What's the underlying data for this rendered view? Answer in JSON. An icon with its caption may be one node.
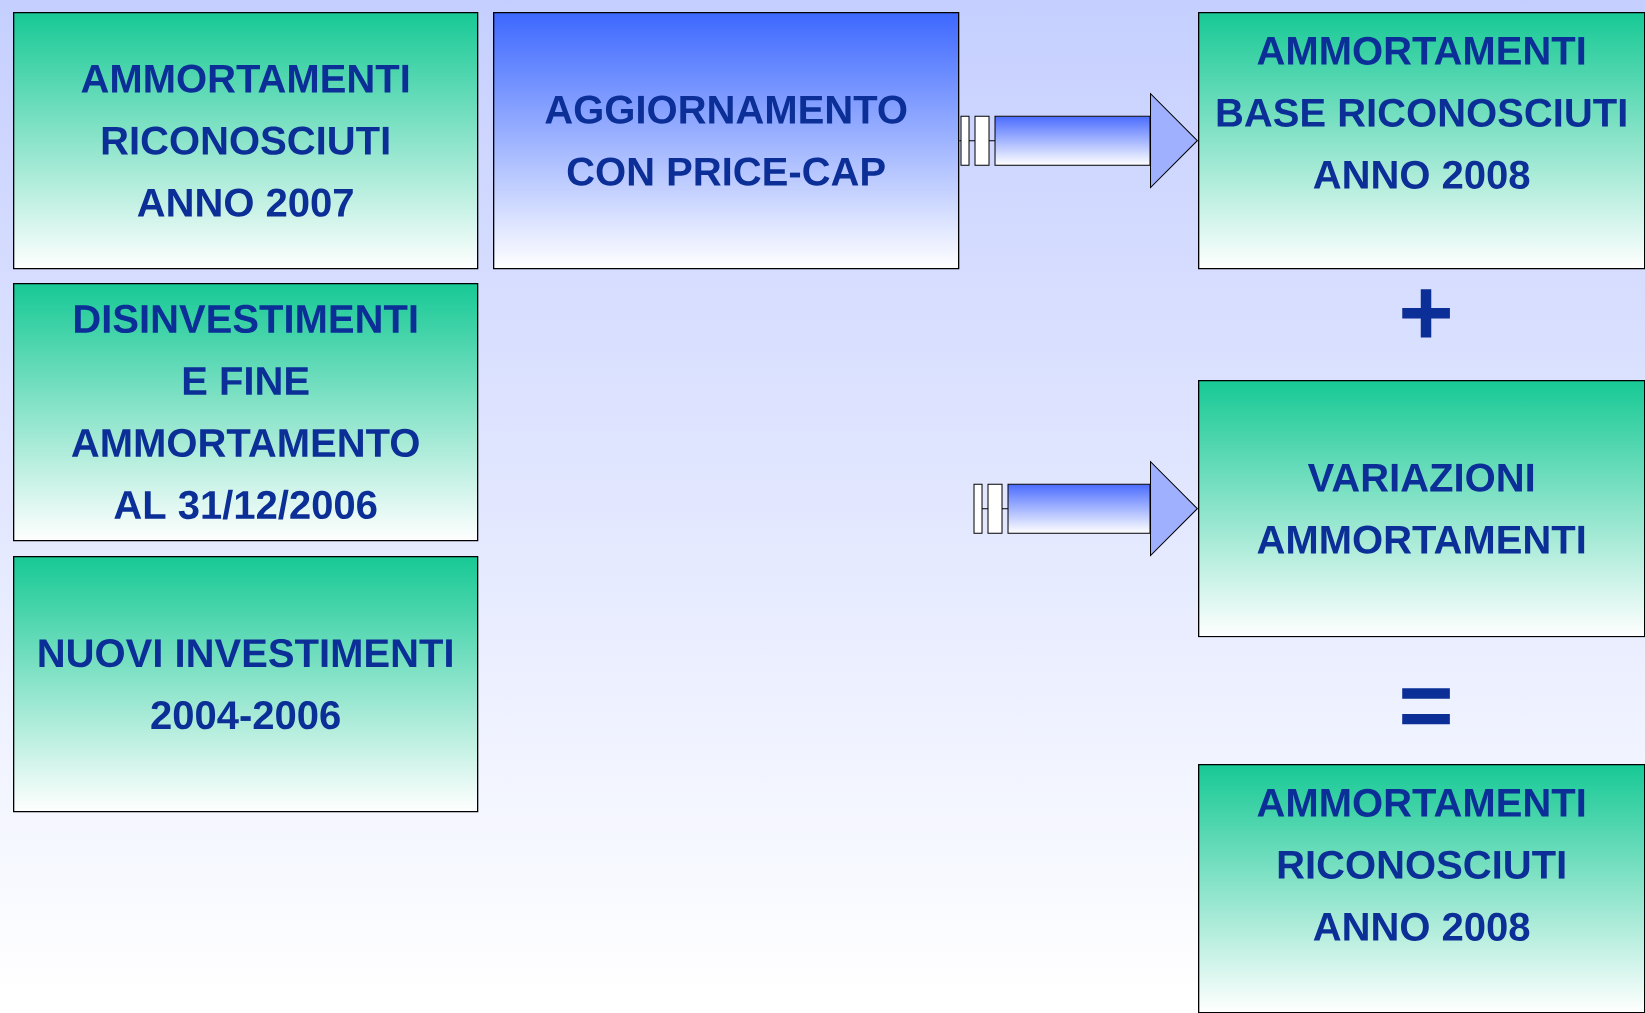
{
  "diagram": {
    "nodes": [
      {
        "text": [
          "AMMORTAMENTI RICONOSCIUTI ANNO 2007"
        ]
      },
      {
        "text": [
          "AGGIORNAMENTO CON PRICE-CAP"
        ]
      },
      {
        "text": [
          "AMMORTAMENTI BASE RICONOSCIUTI ANNO 2008"
        ]
      },
      {
        "text": [
          "DISINVESTIMENTI E FINE AMMORTAMENTO AL 31/12/2006"
        ]
      },
      {
        "text": [
          "NUOVI INVESTIMENTI 2004-2006"
        ]
      },
      {
        "text": [
          "VARIAZIONI AMMORTAMENTI"
        ]
      },
      {
        "text": [
          "AMMORTAMENTI RICONOSCIUTI ANNO 2008"
        ]
      }
    ],
    "edges": [
      {
        "from": 1,
        "to": 2,
        "arrow": "to"
      },
      {
        "from": null,
        "to": 5,
        "arrow": "to"
      }
    ],
    "labels": [
      "+",
      "="
    ]
  }
}
